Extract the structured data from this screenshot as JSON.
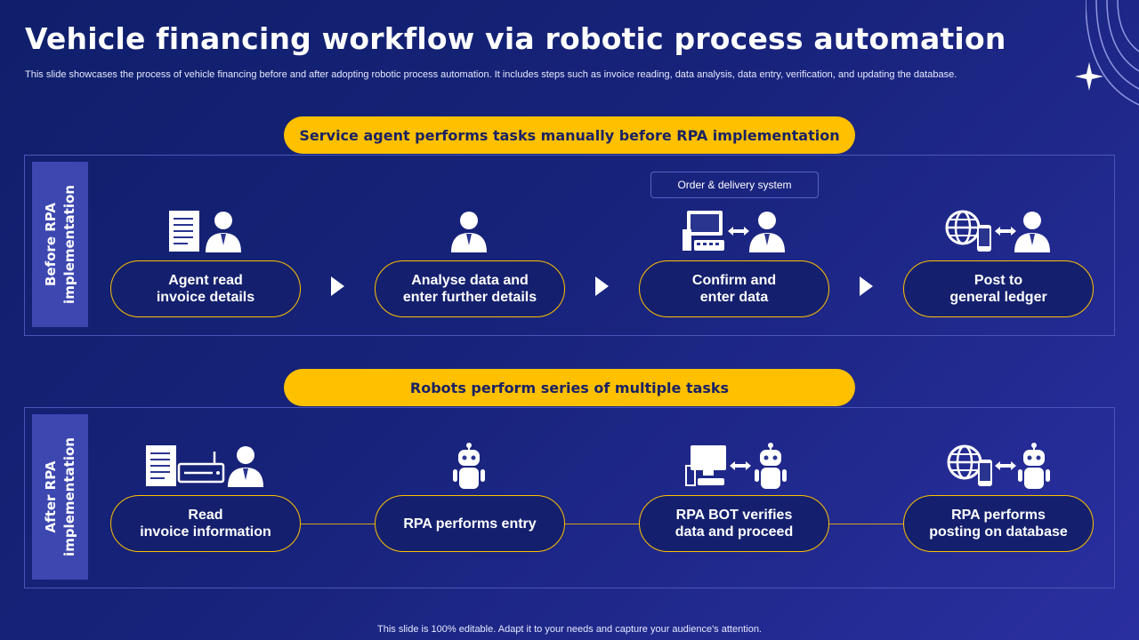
{
  "title": "Vehicle financing workflow via robotic process automation",
  "subtitle": "This slide showcases the process of vehicle financing before and after adopting robotic process automation. It includes steps such as invoice reading, data analysis, data entry, verification, and updating the database.",
  "before": {
    "banner": "Service agent performs tasks manually before RPA implementation",
    "side_label": "Before RPA\nimplementation",
    "system_box": "Order  & delivery  system",
    "steps": [
      {
        "label": "Agent read\ninvoice details",
        "icons": [
          "document-icon",
          "person-icon"
        ]
      },
      {
        "label": "Analyse data and\nenter further details",
        "icons": [
          "person-icon"
        ]
      },
      {
        "label": "Confirm and\nenter data",
        "icons": [
          "computer-icon",
          "double-arrow-icon",
          "person-icon"
        ]
      },
      {
        "label": "Post to\ngeneral ledger",
        "icons": [
          "globe-icon",
          "phone-icon",
          "double-arrow-icon",
          "person-icon"
        ]
      }
    ]
  },
  "after": {
    "banner": "Robots perform series of multiple tasks",
    "side_label": "After RPA\nimplementation",
    "steps": [
      {
        "label": "Read\ninvoice information",
        "icons": [
          "document-icon",
          "scanner-icon",
          "person-icon"
        ]
      },
      {
        "label": "RPA performs entry",
        "icons": [
          "robot-icon"
        ]
      },
      {
        "label": "RPA BOT verifies\ndata and proceed",
        "icons": [
          "computer-icon",
          "double-arrow-icon",
          "robot-icon"
        ]
      },
      {
        "label": "RPA performs\nposting on database",
        "icons": [
          "globe-icon",
          "phone-icon",
          "double-arrow-icon",
          "robot-icon"
        ]
      }
    ]
  },
  "footer": "This slide is 100% editable. Adapt it to your needs and capture your audience's attention.",
  "colors": {
    "accent": "#ffc000",
    "background": "#17237a",
    "label_band": "#3d47b0"
  }
}
